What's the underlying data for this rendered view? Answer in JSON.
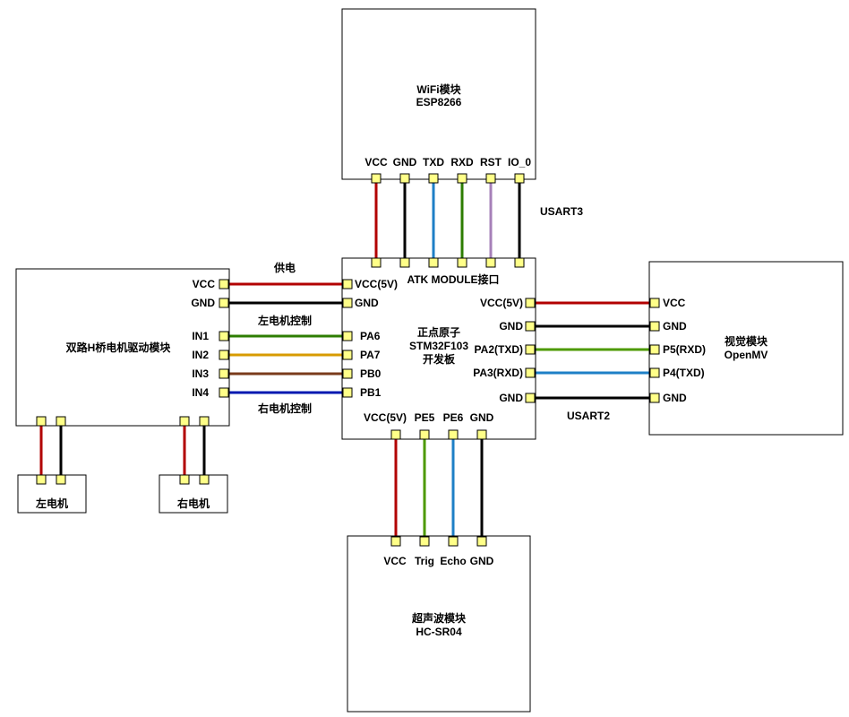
{
  "colors": {
    "red": "#b20000",
    "black": "#000000",
    "blue": "#1e7fc6",
    "green": "#2d7d00",
    "purple": "#a680b8",
    "orange": "#d79b00",
    "brown": "#7a3b1b",
    "navy": "#0018b0",
    "lime": "#4d9900",
    "pin_fill": "#ffff88"
  },
  "wifi": {
    "title": "WiFi模块",
    "subtitle": "ESP8266",
    "pins": [
      "VCC",
      "GND",
      "TXD",
      "RXD",
      "RST",
      "IO_0"
    ]
  },
  "stm32": {
    "header": "ATK MODULE接口",
    "title": "正点原子",
    "model": "STM32F103",
    "subtitle": "开发板",
    "left_pins": [
      "VCC(5V)",
      "GND",
      "PA6",
      "PA7",
      "PB0",
      "PB1"
    ],
    "right_pins": [
      "VCC(5V)",
      "GND",
      "PA2(TXD)",
      "PA3(RXD)",
      "GND"
    ],
    "bottom_pins": [
      "VCC(5V)",
      "PE5",
      "PE6",
      "GND"
    ]
  },
  "hbridge": {
    "title": "双路H桥电机驱动模块",
    "pins": [
      "VCC",
      "GND",
      "IN1",
      "IN2",
      "IN3",
      "IN4"
    ]
  },
  "openmv": {
    "title": "视觉模块",
    "subtitle": "OpenMV",
    "pins": [
      "VCC",
      "GND",
      "P5(RXD)",
      "P4(TXD)",
      "GND"
    ]
  },
  "ultrasonic": {
    "title": "超声波模块",
    "subtitle": "HC-SR04",
    "pins": [
      "VCC",
      "Trig",
      "Echo",
      "GND"
    ]
  },
  "motors": {
    "left": "左电机",
    "right": "右电机"
  },
  "annotations": {
    "usart3": "USART3",
    "usart2": "USART2",
    "power": "供电",
    "left_motor_ctrl": "左电机控制",
    "right_motor_ctrl": "右电机控制"
  }
}
